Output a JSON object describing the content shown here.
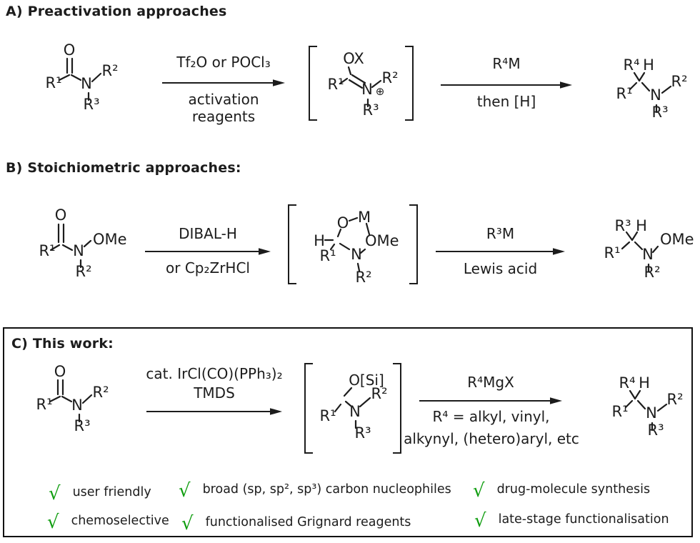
{
  "figure": {
    "colors": {
      "ink": "#1c1c1c",
      "check_green": "#0f9d0f"
    },
    "atoms": {
      "o": "O",
      "n": "N",
      "h": "H",
      "m": "M",
      "r1": "R¹",
      "r2": "R²",
      "r3": "R³",
      "r4": "R⁴",
      "ox": "OX",
      "ome": "OMe",
      "osi": "O[Si]",
      "plus": "⊕"
    },
    "section_a": {
      "title": "A) Preactivation approaches",
      "step1_above": "Tf₂O or POCl₃",
      "step1_below1": "activation",
      "step1_below2": "reagents",
      "step2_above": "R⁴M",
      "step2_below": "then [H]"
    },
    "section_b": {
      "title": "B) Stoichiometric approaches:",
      "step1_above": "DIBAL-H",
      "step1_below": "or Cp₂ZrHCl",
      "step2_above": "R³M",
      "step2_below": "Lewis acid"
    },
    "section_c": {
      "title": "C) This work:",
      "step1_above1": "cat. IrCl(CO)(PPh₃)₂",
      "step1_above2": "TMDS",
      "step2_above": "R⁴MgX",
      "step2_below1": "R⁴ = alkyl, vinyl,",
      "step2_below2": "alkynyl, (hetero)aryl, etc",
      "checks": [
        {
          "mark": "√",
          "label": "user friendly"
        },
        {
          "mark": "√",
          "label": "broad (sp, sp², sp³) carbon nucleophiles"
        },
        {
          "mark": "√",
          "label": "drug-molecule synthesis"
        },
        {
          "mark": "√",
          "label": "chemoselective"
        },
        {
          "mark": "√",
          "label": "functionalised Grignard reagents"
        },
        {
          "mark": "√",
          "label": "late-stage functionalisation"
        }
      ]
    }
  }
}
